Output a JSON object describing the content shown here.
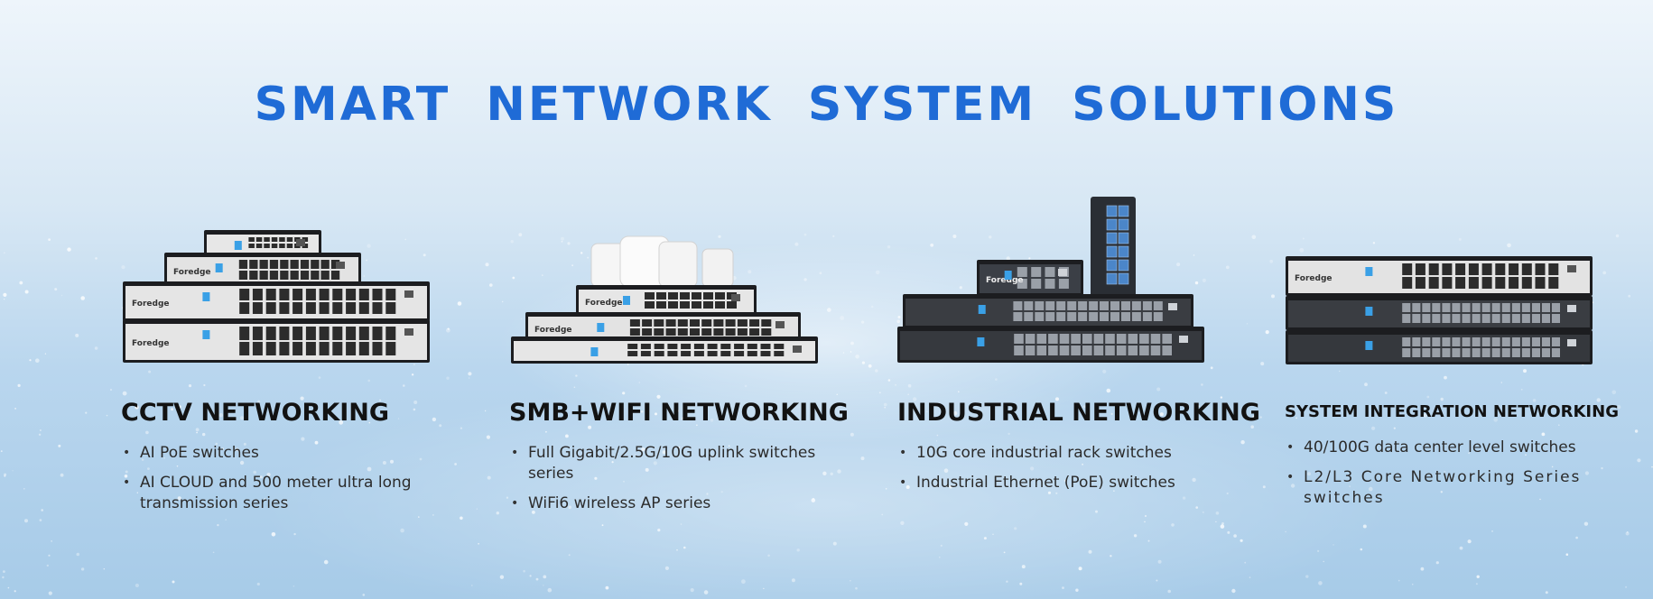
{
  "banner": {
    "title": "SMART NETWORK SYSTEM SOLUTIONS",
    "brand_label": "Foredge",
    "colors": {
      "title": "#1f6bd6",
      "heading": "#121212",
      "body": "#2b2b2b",
      "port": "#2c2c2c"
    }
  },
  "solutions": [
    {
      "heading": "CCTV NETWORKING",
      "items": [
        "AI PoE switches",
        "AI CLOUD and 500 meter ultra long transmission series"
      ]
    },
    {
      "heading": "SMB+WIFI NETWORKING",
      "items": [
        "Full Gigabit/2.5G/10G uplink switches series",
        "WiFi6 wireless AP series"
      ]
    },
    {
      "heading": "INDUSTRIAL NETWORKING",
      "items": [
        "10G core industrial rack switches",
        "Industrial Ethernet (PoE) switches"
      ]
    },
    {
      "heading": "SYSTEM INTEGRATION NETWORKING",
      "items": [
        "40/100G data center level switches",
        "L2/L3 Core Networking Series switches"
      ]
    }
  ]
}
